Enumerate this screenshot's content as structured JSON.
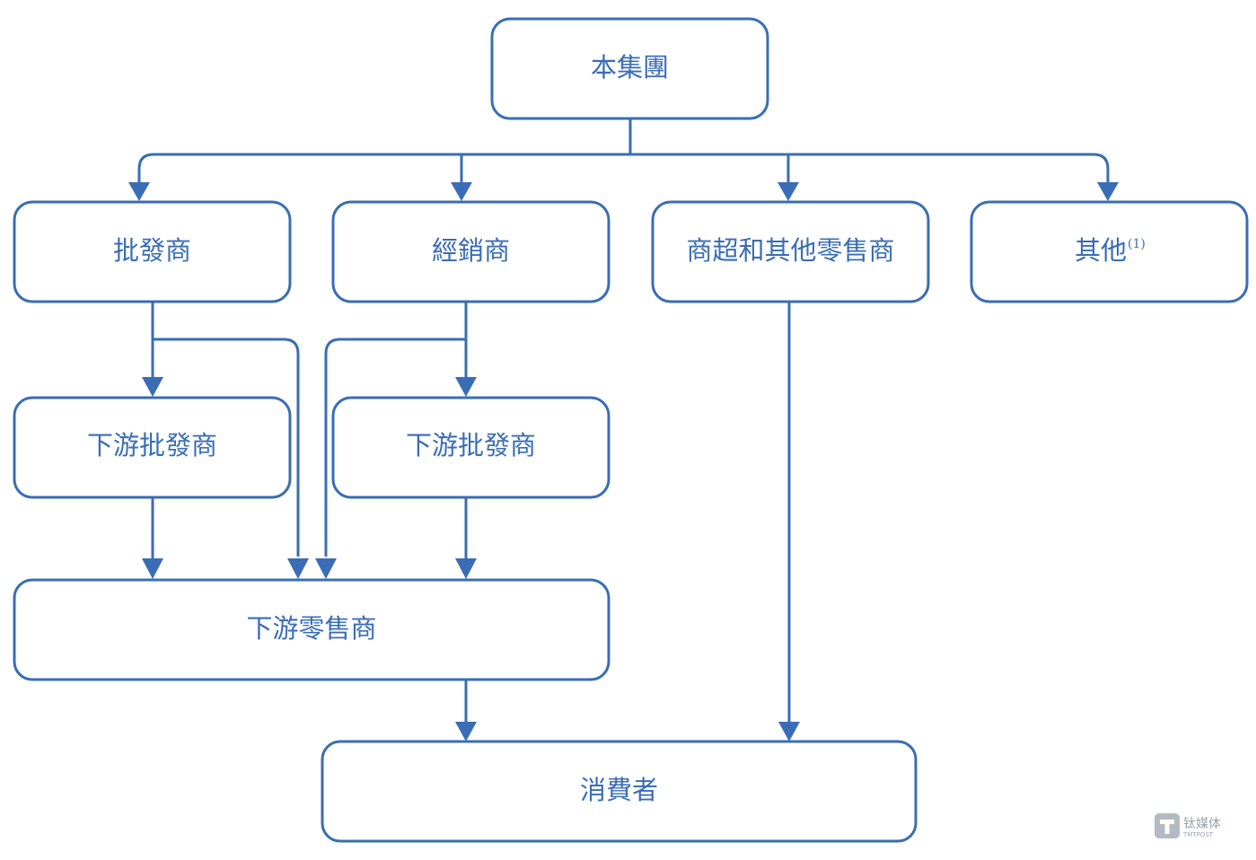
{
  "colors": {
    "stroke": "#3a6db5",
    "text": "#3a6db5",
    "watermark": "#9aa3ad"
  },
  "nodes": {
    "group": "本集團",
    "wholesaler": "批發商",
    "distributor": "經銷商",
    "supermarket": "商超和其他零售商",
    "other": "其他",
    "other_note": "(1)",
    "downstream_wholesaler_1": "下游批發商",
    "downstream_wholesaler_2": "下游批發商",
    "downstream_retailer": "下游零售商",
    "consumer": "消費者"
  },
  "watermark": {
    "icon": "tmtpost-logo-icon",
    "cn": "钛媒体",
    "en": "TMTPOST"
  }
}
